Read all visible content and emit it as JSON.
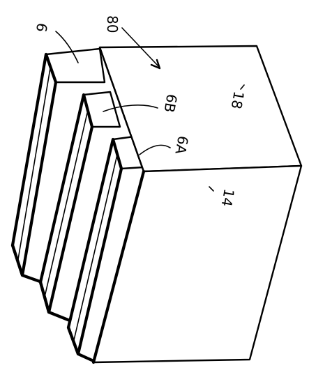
{
  "figure": {
    "labels": {
      "ref_80": "80",
      "ref_6": "6",
      "ref_6b": "6B",
      "ref_18": "18",
      "ref_6a": "6A",
      "ref_14": "14"
    }
  }
}
